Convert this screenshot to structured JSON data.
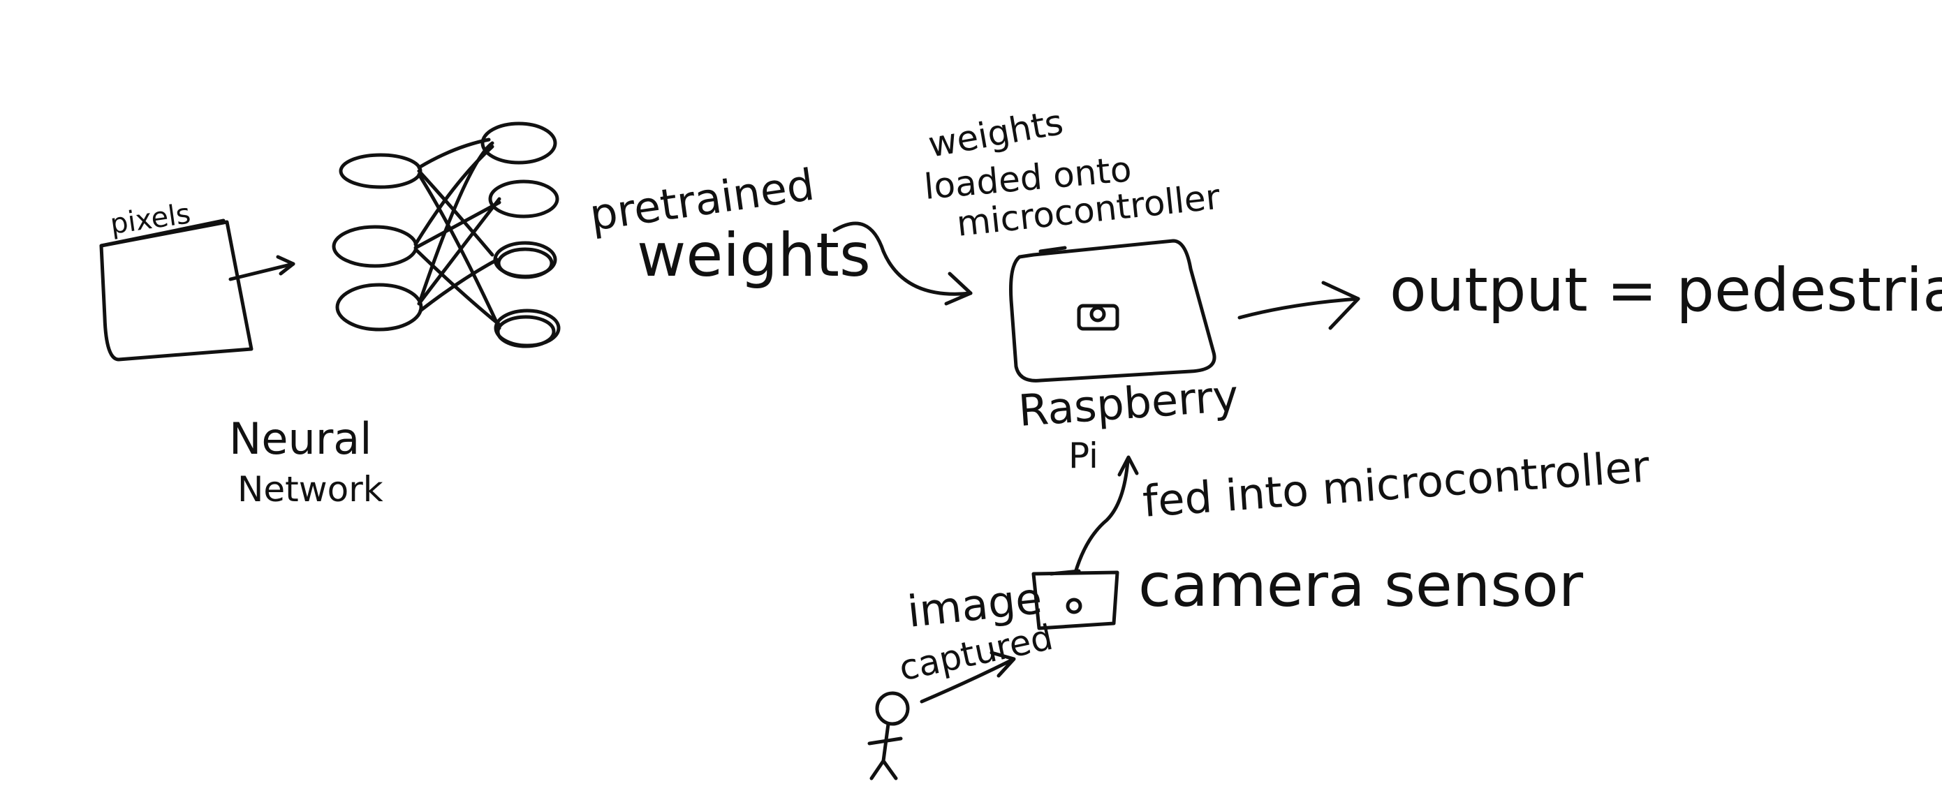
{
  "labels": {
    "pixels": "pixels",
    "neural_network_line1": "Neural",
    "neural_network_line2": "Network",
    "pretrained_line1": "pretrained",
    "pretrained_line2": "weights",
    "weights_loaded_line1": "weights",
    "weights_loaded_line2": "loaded onto",
    "weights_loaded_line3": "microcontroller",
    "output": "output = pedestrian",
    "raspberry_line1": "Raspberry",
    "raspberry_line2": "Pi",
    "fed_into": "fed into microcontroller",
    "camera_sensor": "camera sensor",
    "image_captured_line1": "image",
    "image_captured_line2": "captured"
  },
  "style": {
    "ink_color": "#111111",
    "background": "#ffffff"
  }
}
